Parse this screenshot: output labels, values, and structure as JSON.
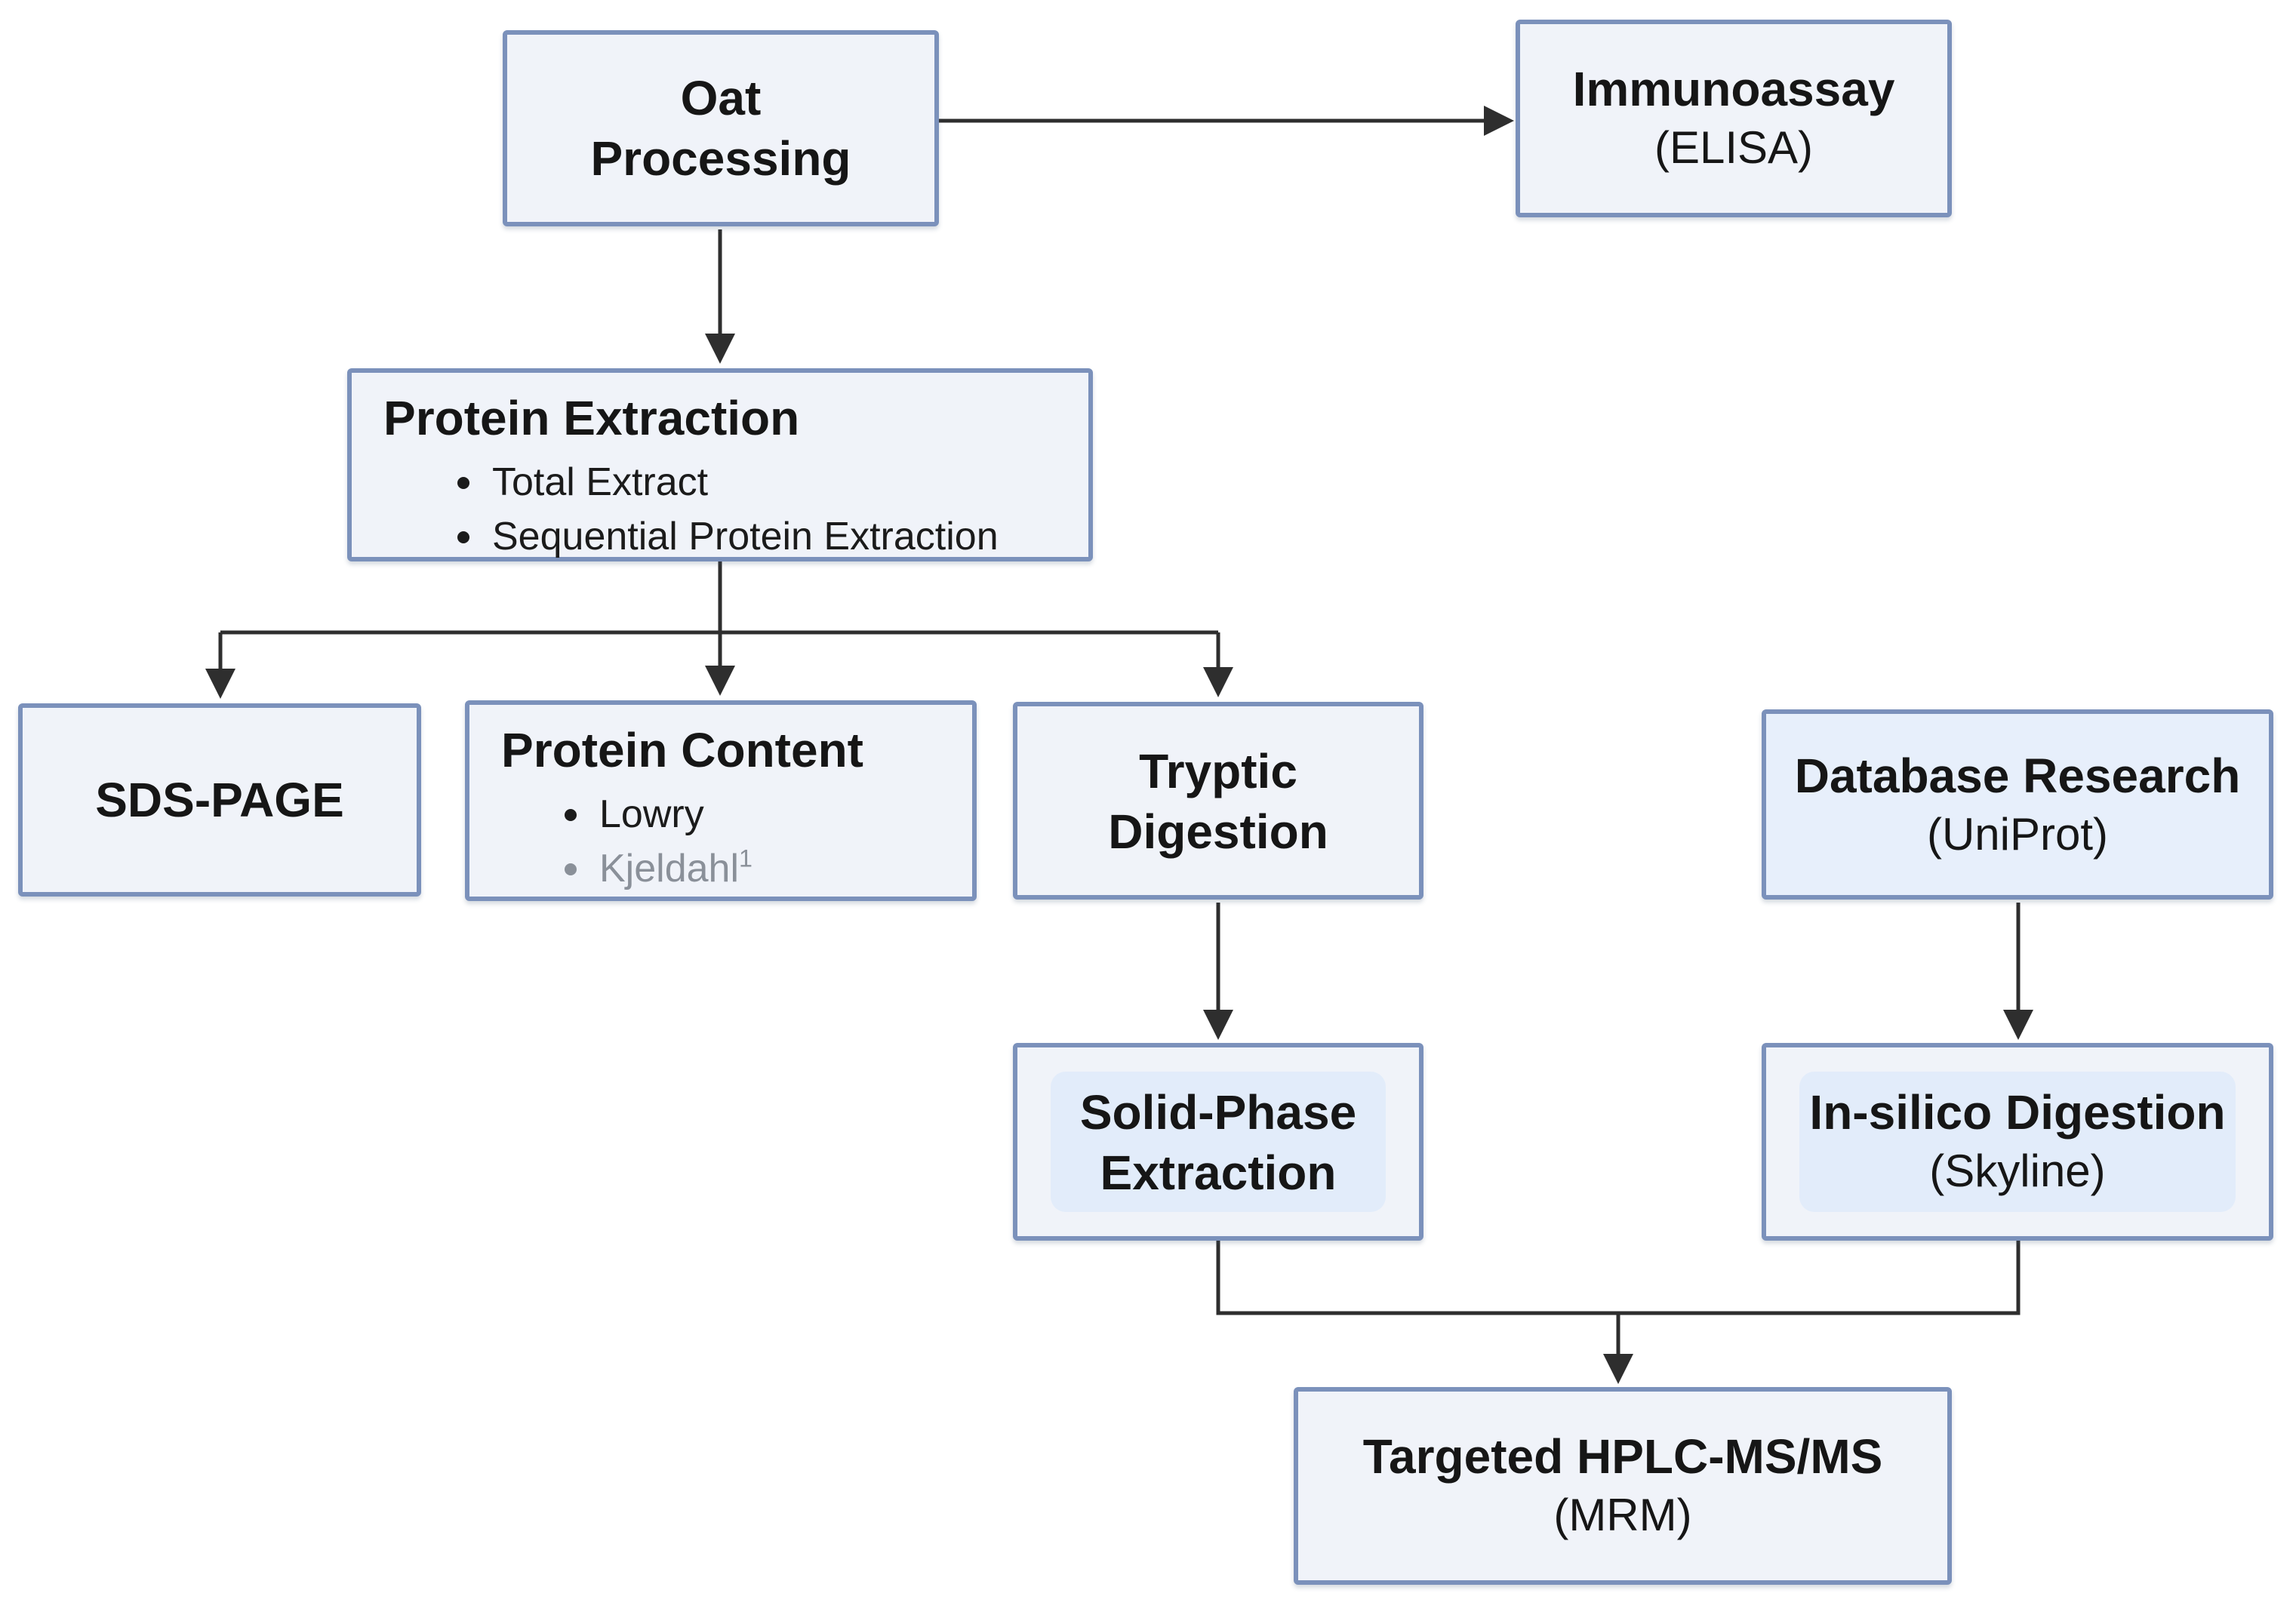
{
  "diagram": {
    "type": "flowchart",
    "colors": {
      "box_background": "#f0f3f9",
      "box_border": "#7b91bb",
      "database_box_background": "#e7effb",
      "inner_highlight_background": "#e2ecfa",
      "text": "#161616",
      "muted_text": "#8a9099",
      "arrow": "#2e2e2e"
    }
  },
  "nodes": {
    "oat_processing": {
      "title": "Oat\nProcessing"
    },
    "immunoassay": {
      "title": "Immunoassay",
      "subtitle": "(ELISA)"
    },
    "protein_extraction": {
      "title": "Protein Extraction",
      "bullets": [
        "Total Extract",
        "Sequential Protein Extraction"
      ]
    },
    "sds_page": {
      "title": "SDS-PAGE"
    },
    "protein_content": {
      "title": "Protein Content",
      "bullets": [
        {
          "label": "Lowry",
          "muted": false
        },
        {
          "label": "Kjeldahl",
          "superscript": "1",
          "muted": true
        }
      ]
    },
    "tryptic_digestion": {
      "title": "Tryptic\nDigestion"
    },
    "database_research": {
      "title": "Database Research",
      "subtitle": "(UniProt)"
    },
    "solid_phase_extraction": {
      "title": "Solid-Phase\nExtraction"
    },
    "in_silico_digestion": {
      "title": "In-silico Digestion",
      "subtitle": "(Skyline)"
    },
    "targeted_hplc_msms": {
      "title": "Targeted HPLC-MS/MS",
      "subtitle": "(MRM)"
    }
  },
  "edges": [
    {
      "from": "oat_processing",
      "to": "immunoassay"
    },
    {
      "from": "oat_processing",
      "to": "protein_extraction"
    },
    {
      "from": "protein_extraction",
      "to": "sds_page"
    },
    {
      "from": "protein_extraction",
      "to": "protein_content"
    },
    {
      "from": "protein_extraction",
      "to": "tryptic_digestion"
    },
    {
      "from": "tryptic_digestion",
      "to": "solid_phase_extraction"
    },
    {
      "from": "database_research",
      "to": "in_silico_digestion"
    },
    {
      "from": "solid_phase_extraction",
      "to": "targeted_hplc_msms"
    },
    {
      "from": "in_silico_digestion",
      "to": "targeted_hplc_msms"
    }
  ]
}
